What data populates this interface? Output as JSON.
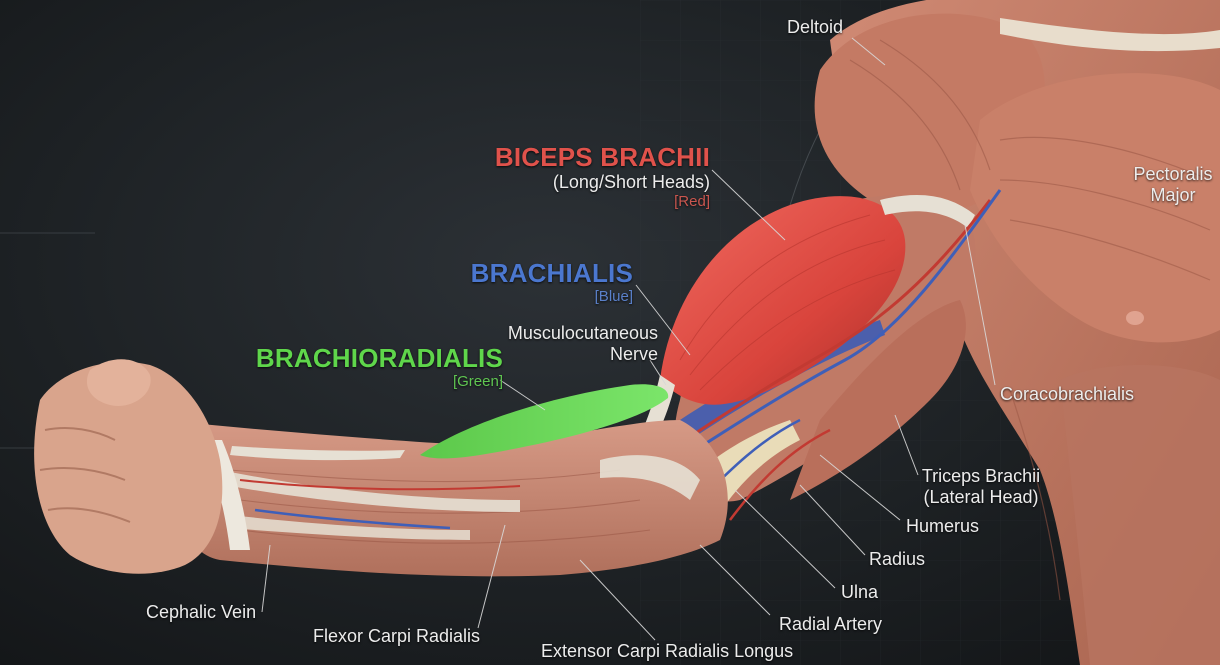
{
  "colors": {
    "background": "#1d2124",
    "biceps_highlight": "#e0524b",
    "brachialis_highlight": "#4b77cf",
    "brachioradialis_highlight": "#5fd64b",
    "muscle": "#c7806e",
    "skin": "#d9a48c",
    "tendon": "#e6e0d4",
    "artery": "#c23a32",
    "vein_nerve": "#3f5fb8",
    "label_text": "#ececec"
  },
  "labels": {
    "deltoid": "Deltoid",
    "pectoralis": "Pectoralis",
    "pectoralis_2": "Major",
    "biceps_title": "BICEPS BRACHII",
    "biceps_sub": "(Long/Short Heads)",
    "biceps_tag": "[Red]",
    "brachialis_title": "BRACHIALIS",
    "brachialis_tag": "[Blue]",
    "musculocutaneous": "Musculocutaneous",
    "musculocutaneous_2": "Nerve",
    "brachioradialis_title": "BRACHIORADIALIS",
    "brachioradialis_tag": "[Green]",
    "coracobrachialis": "Coracobrachialis",
    "triceps": "Triceps Brachii",
    "triceps_2": "(Lateral Head)",
    "humerus": "Humerus",
    "radius": "Radius",
    "ulna": "Ulna",
    "radial_artery": "Radial Artery",
    "cephalic_vein": "Cephalic Vein",
    "flexor_carpi_radialis": "Flexor Carpi Radialis",
    "extensor_carpi": "Extensor Carpi Radialis Longus"
  },
  "icons": [
    "fist-illustration",
    "arm-muscle-illustration",
    "torso-illustration"
  ]
}
